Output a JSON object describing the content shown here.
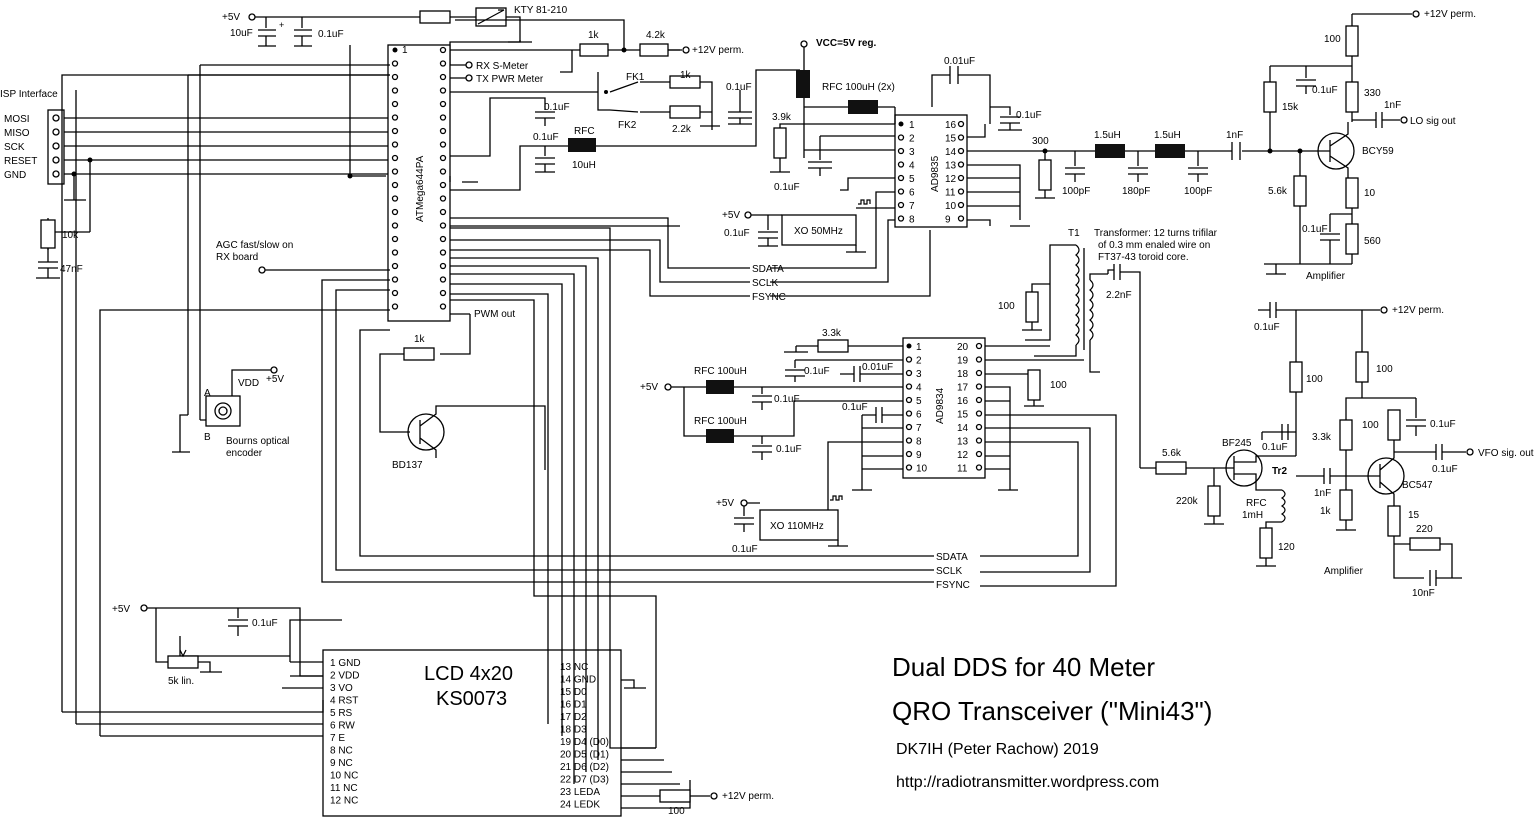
{
  "title": {
    "line1": "Dual DDS for 40 Meter",
    "line2": "QRO Transceiver (\"Mini43\")",
    "author": "DK7IH (Peter Rachow) 2019",
    "url": "http://radiotransmitter.wordpress.com"
  },
  "mcu": {
    "name": "ATMega644PA",
    "pin1": "1",
    "rx_smeter": "RX S-Meter",
    "tx_pwr": "TX PWR Meter",
    "pwm_out": "PWM out"
  },
  "isp": {
    "title": "ISP Interface",
    "pins": [
      "MOSI",
      "MISO",
      "SCK",
      "RESET",
      "GND"
    ],
    "r_reset": "10k",
    "c_reset": "47nF"
  },
  "power_top": {
    "vcc": "+5V",
    "c1": "10uF",
    "c1_plus": "+",
    "c2": "0.1uF",
    "sensor": "KTY 81-210",
    "r1": "1k",
    "r2": "4.2k",
    "supply": "+12V perm."
  },
  "switches": {
    "fk1": "FK1",
    "fk2": "FK2",
    "r1": "1k",
    "r2": "2.2k",
    "c_right": "0.1uF",
    "c_left1": "0.1uF",
    "c_left2": "0.1uF",
    "rfc": "RFC",
    "rfc_val": "10uH"
  },
  "agc": {
    "line1": "AGC fast/slow on",
    "line2": "RX board"
  },
  "encoder": {
    "a": "A",
    "b": "B",
    "vdd": "VDD",
    "vcc": "+5V",
    "name1": "Bourns optical",
    "name2": "encoder"
  },
  "transistor_bd": {
    "r": "1k",
    "name": "BD137"
  },
  "dds1": {
    "name": "AD9835",
    "vcc_label": "VCC=5V reg.",
    "rfc": "RFC 100uH (2x)",
    "c_top": "0.01uF",
    "c_right": "0.1uF",
    "r_left": "3.9k",
    "c_left": "0.1uF",
    "xo_vcc": "+5V",
    "xo_c": "0.1uF",
    "xo": "XO 50MHz",
    "left_pins": [
      "1",
      "2",
      "3",
      "4",
      "5",
      "6",
      "7",
      "8"
    ],
    "right_pins": [
      "16",
      "15",
      "14",
      "13",
      "12",
      "11",
      "10",
      "9"
    ],
    "bus": [
      "SDATA",
      "SCLK",
      "FSYNC"
    ]
  },
  "lowpass": {
    "r": "300",
    "l1": "1.5uH",
    "l2": "1.5uH",
    "c1": "100pF",
    "c2": "180pF",
    "c3": "100pF",
    "c_couple": "1nF"
  },
  "lo_amp": {
    "supply": "+12V perm.",
    "r_top": "100",
    "c_dec": "0.1uF",
    "r_base_top": "15k",
    "r_coll": "330",
    "c_out": "1nF",
    "out": "LO sig out",
    "transistor": "BCY59",
    "r_base_bot": "5.6k",
    "r_emit": "10",
    "c_emit": "0.1uF",
    "r_emit2": "560",
    "title": "Amplifier"
  },
  "transformer": {
    "name": "T1",
    "desc1": "Transformer: 12 turns trifilar",
    "desc2": "of 0.3 mm enaled wire on",
    "desc3": "FT37-43 toroid core.",
    "r_left": "100",
    "c": "2.2nF"
  },
  "dds2": {
    "name": "AD9834",
    "r_top": "3.3k",
    "c1": "0.1uF",
    "c2": "0.01uF",
    "vcc": "+5V",
    "rfc1": "RFC 100uH",
    "rfc2": "RFC 100uH",
    "c3": "0.1uF",
    "c4": "0.1uF",
    "c5": "0.1uF",
    "xo_vcc": "+5V",
    "xo_c": "0.1uF",
    "xo": "XO 110MHz",
    "r_out": "100",
    "left_pins": [
      "1",
      "2",
      "3",
      "4",
      "5",
      "6",
      "7",
      "8",
      "9",
      "10"
    ],
    "right_pins": [
      "20",
      "19",
      "18",
      "17",
      "16",
      "15",
      "14",
      "13",
      "12",
      "11"
    ],
    "bus": [
      "SDATA",
      "SCLK",
      "FSYNC"
    ]
  },
  "vfo_amp": {
    "c_top": "0.1uF",
    "supply": "+12V perm.",
    "r_drain": "100",
    "r_coll": "100",
    "fet": "BF245",
    "c_fet": "0.1uF",
    "tr2": "Tr2",
    "r_gate": "5.6k",
    "r_gate_bot": "220k",
    "rfc": "RFC",
    "rfc_val": "1mH",
    "r_src": "120",
    "r_b1": "3.3k",
    "r_col2": "100",
    "c_col": "0.1uF",
    "c_couple": "1nF",
    "r_b2": "1k",
    "transistor": "BC547",
    "c_out": "0.1uF",
    "out": "VFO sig. out",
    "r_emit": "15",
    "r_emit2": "220",
    "c_emit": "10nF",
    "title": "Amplifier"
  },
  "lcd": {
    "name1": "LCD 4x20",
    "name2": "KS0073",
    "vcc": "+5V",
    "c": "0.1uF",
    "pot": "5k lin.",
    "left_pins": [
      "1 GND",
      "2 VDD",
      "3 VO",
      "4 RST",
      "5 RS",
      "6 RW",
      "7 E",
      "8 NC",
      "9 NC",
      "10 NC",
      "11 NC",
      "12 NC"
    ],
    "right_pins": [
      "13 NC",
      "14 GND",
      "15 D0",
      "16 D1",
      "17 D2",
      "18 D3",
      "19 D4 (D0)",
      "20 D5 (D1)",
      "21 D6 (D2)",
      "22 D7 (D3)",
      "23 LEDA",
      "24 LEDK"
    ],
    "r_led": "100",
    "supply": "+12V perm."
  }
}
